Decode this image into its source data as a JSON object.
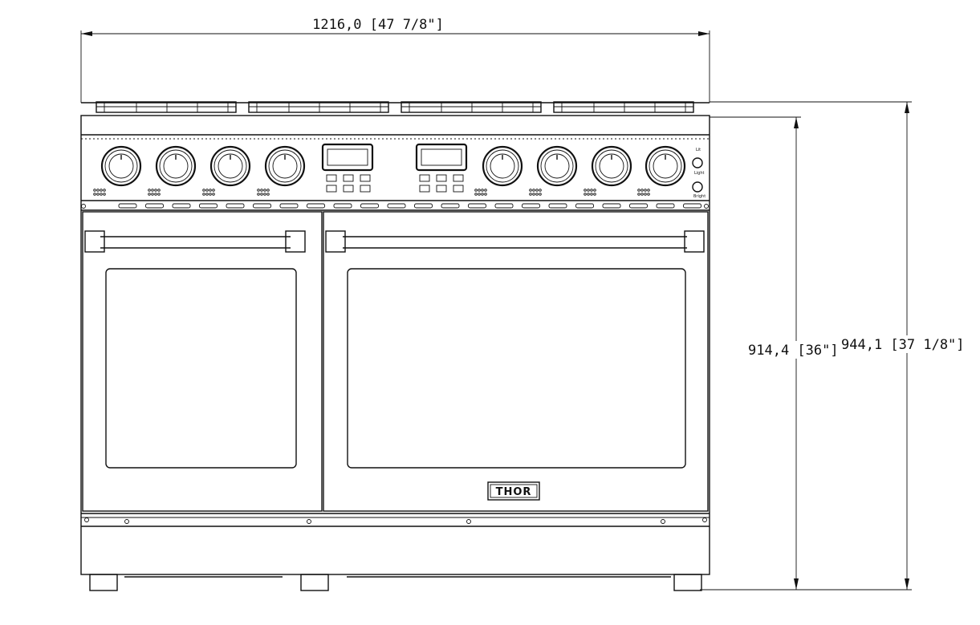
{
  "dimensions": {
    "width_label": "1216,0 [47 7/8\"]",
    "height_cooking_label": "914,4 [36\"]",
    "height_total_label": "944,1 [37 1/8\"]"
  },
  "brand": {
    "logo_text": "THOR"
  },
  "side_controls": {
    "labels": [
      "Lit",
      "Light",
      "Bright"
    ]
  }
}
